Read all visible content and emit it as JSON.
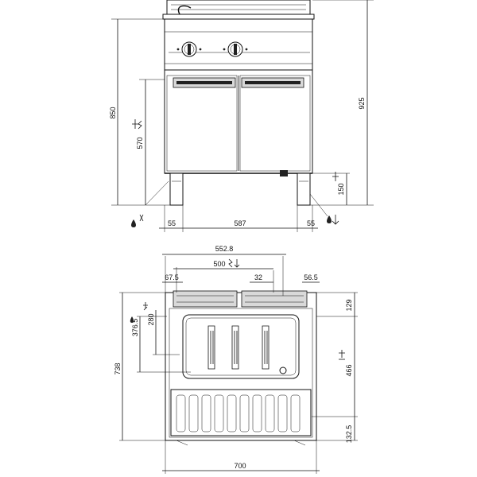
{
  "front_view": {
    "height_total": "925",
    "height_worktop": "850",
    "drain_height": "570",
    "leg_height": "150",
    "width_body": "587",
    "side_left": "55",
    "side_right": "55"
  },
  "top_view": {
    "overall_top": "552.8",
    "inlet_span": "500",
    "left_offset": "67.5",
    "gap": "32",
    "right_offset": "56.5",
    "depth_total": "738",
    "left_depth_1": "376.5",
    "left_depth_2": "280",
    "right_top": "129",
    "right_mid": "466",
    "right_bottom": "132.5",
    "width_total": "700"
  },
  "colors": {
    "line": "#111111",
    "background": "#ffffff"
  },
  "icons": [
    "water-drop-icon",
    "electric-icon",
    "drain-arrow-icon"
  ]
}
